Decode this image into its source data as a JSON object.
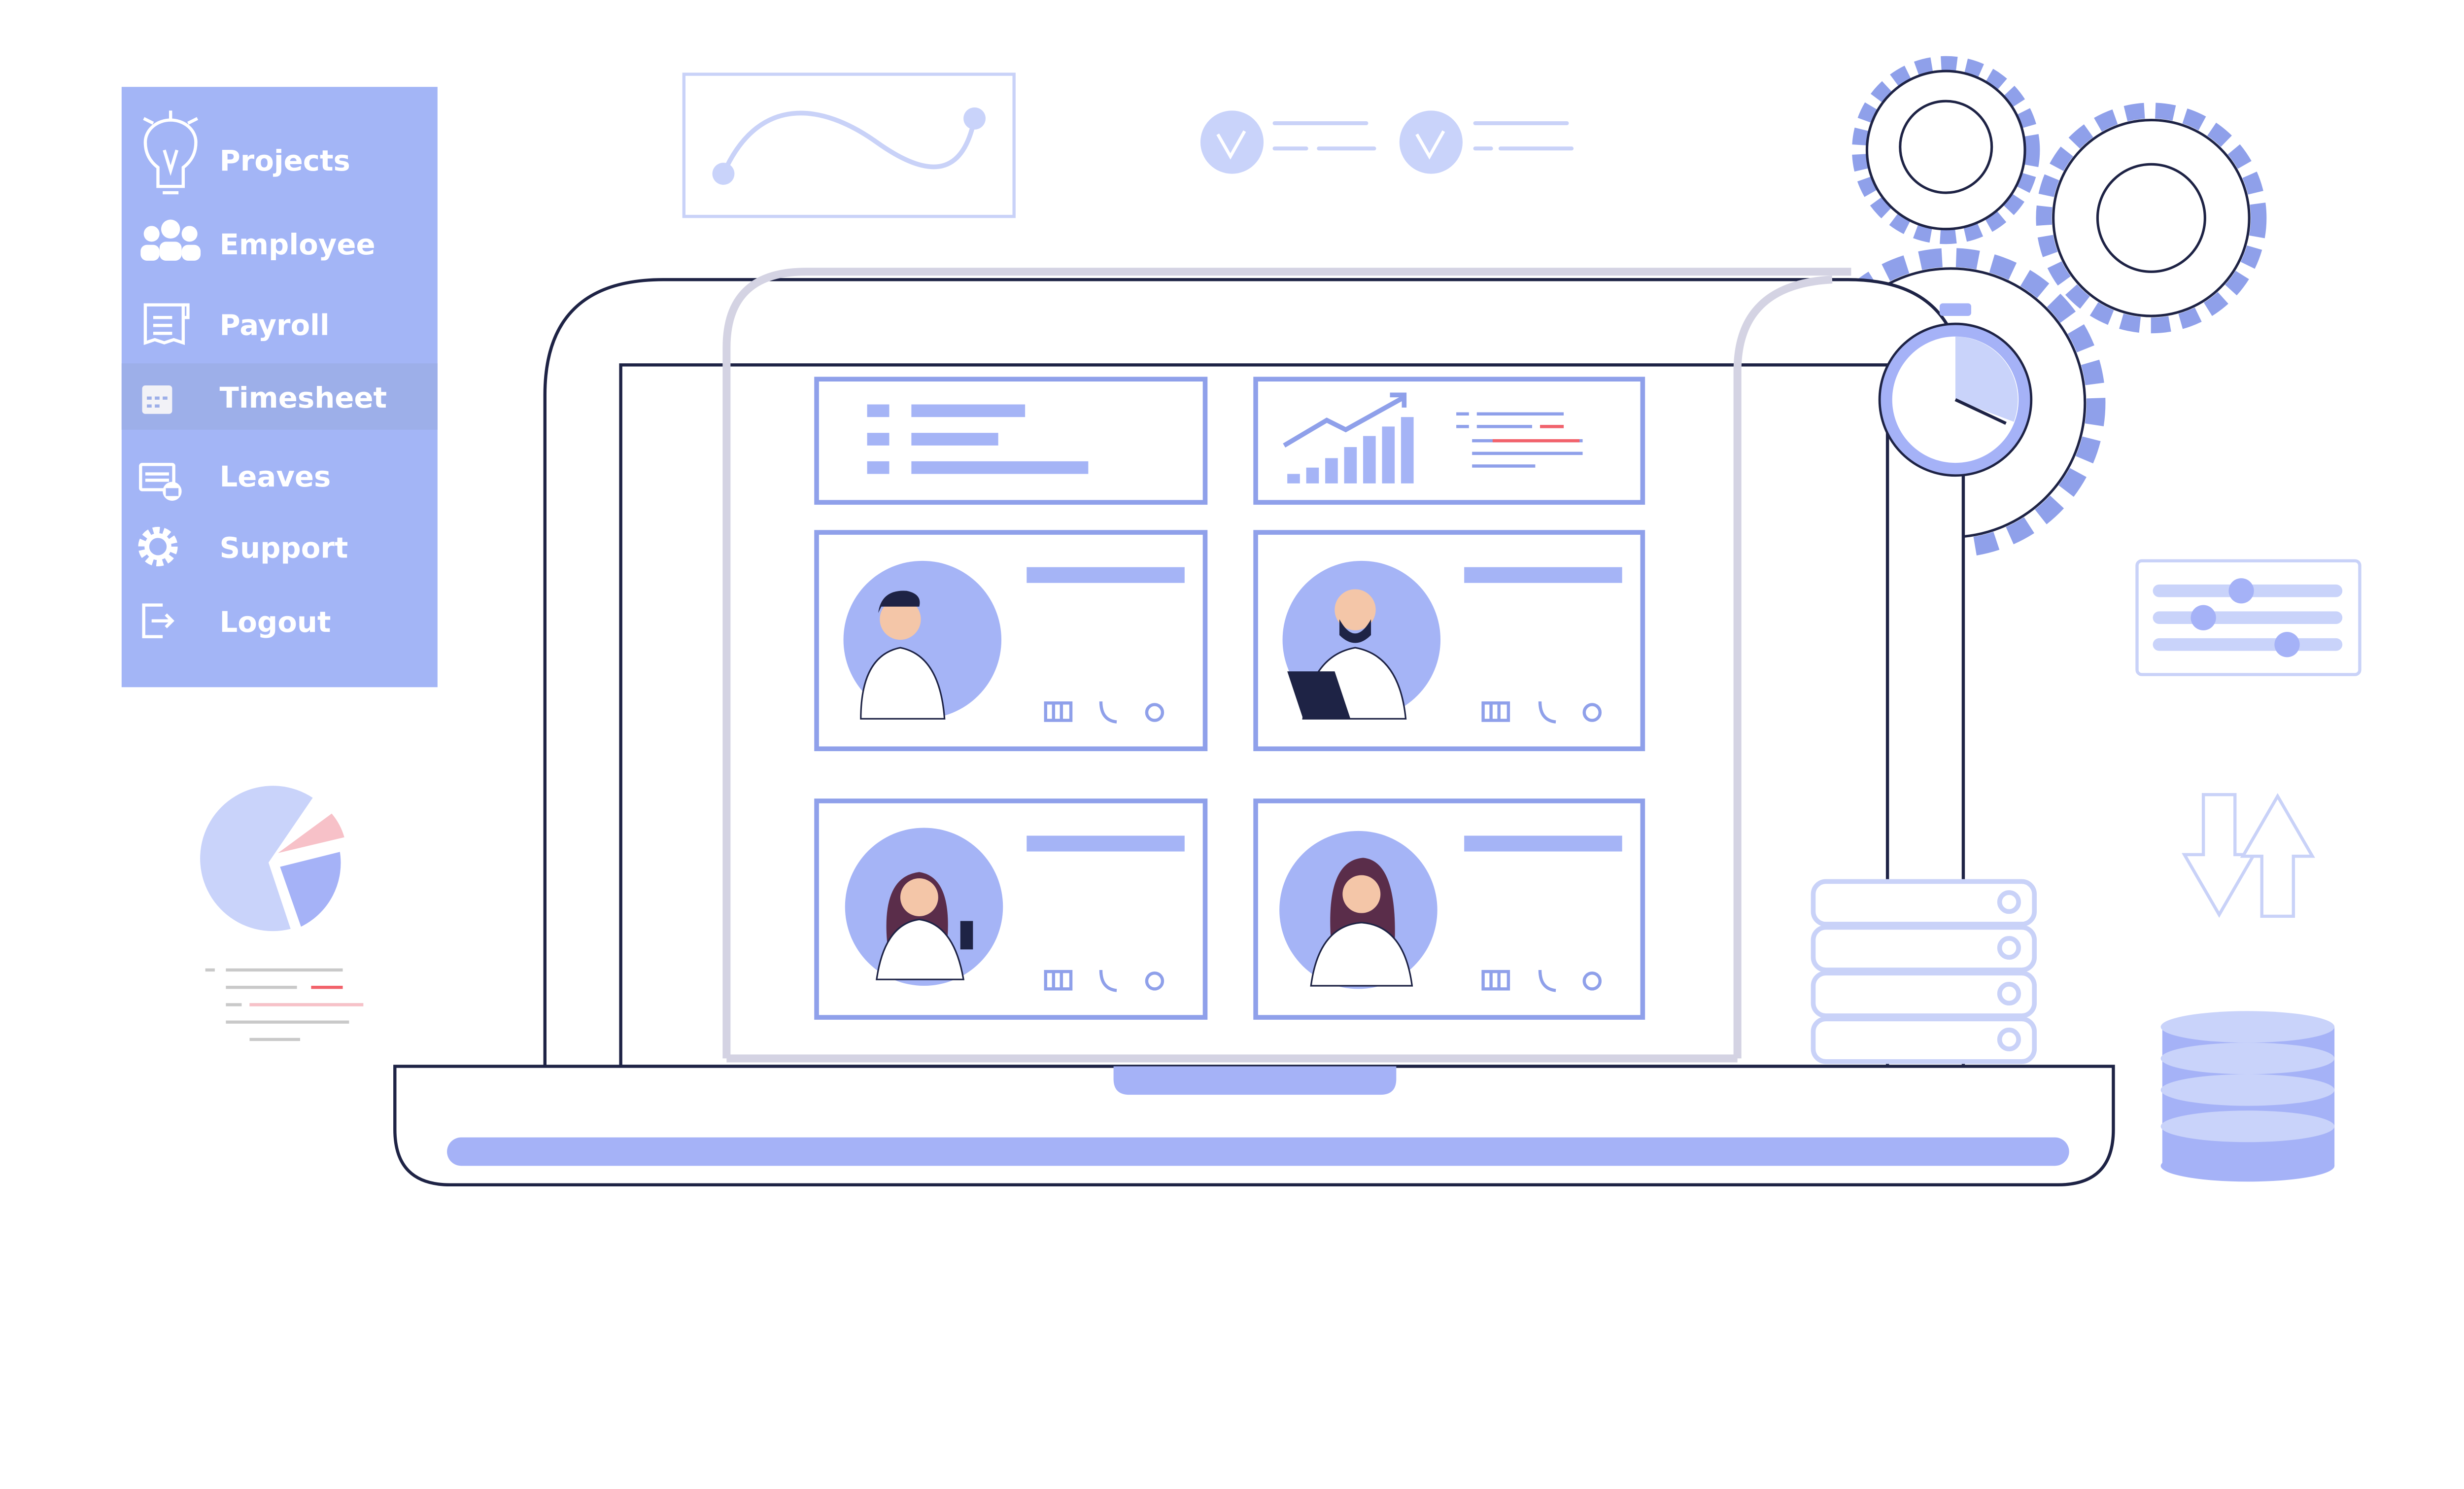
{
  "sidebar": {
    "items": [
      {
        "label": "Projects",
        "icon": "lightbulb-icon"
      },
      {
        "label": "Employee",
        "icon": "people-icon"
      },
      {
        "label": "Payroll",
        "icon": "receipt-icon"
      },
      {
        "label": "Timesheet",
        "icon": "calendar-icon",
        "active": true
      },
      {
        "label": "Leaves",
        "icon": "calendar-briefcase-icon"
      },
      {
        "label": "Support",
        "icon": "gear-icon"
      },
      {
        "label": "Logout",
        "icon": "logout-icon"
      }
    ]
  },
  "colors": {
    "accent": "#a3b5f6",
    "active_row": "#9dafe9",
    "card_border": "#8fa0ea",
    "frame": "#d4d3e3",
    "alert": "#f2626b"
  },
  "cards": {
    "profile_actions": [
      "columns-icon",
      "phone-icon",
      "gear-icon"
    ]
  }
}
